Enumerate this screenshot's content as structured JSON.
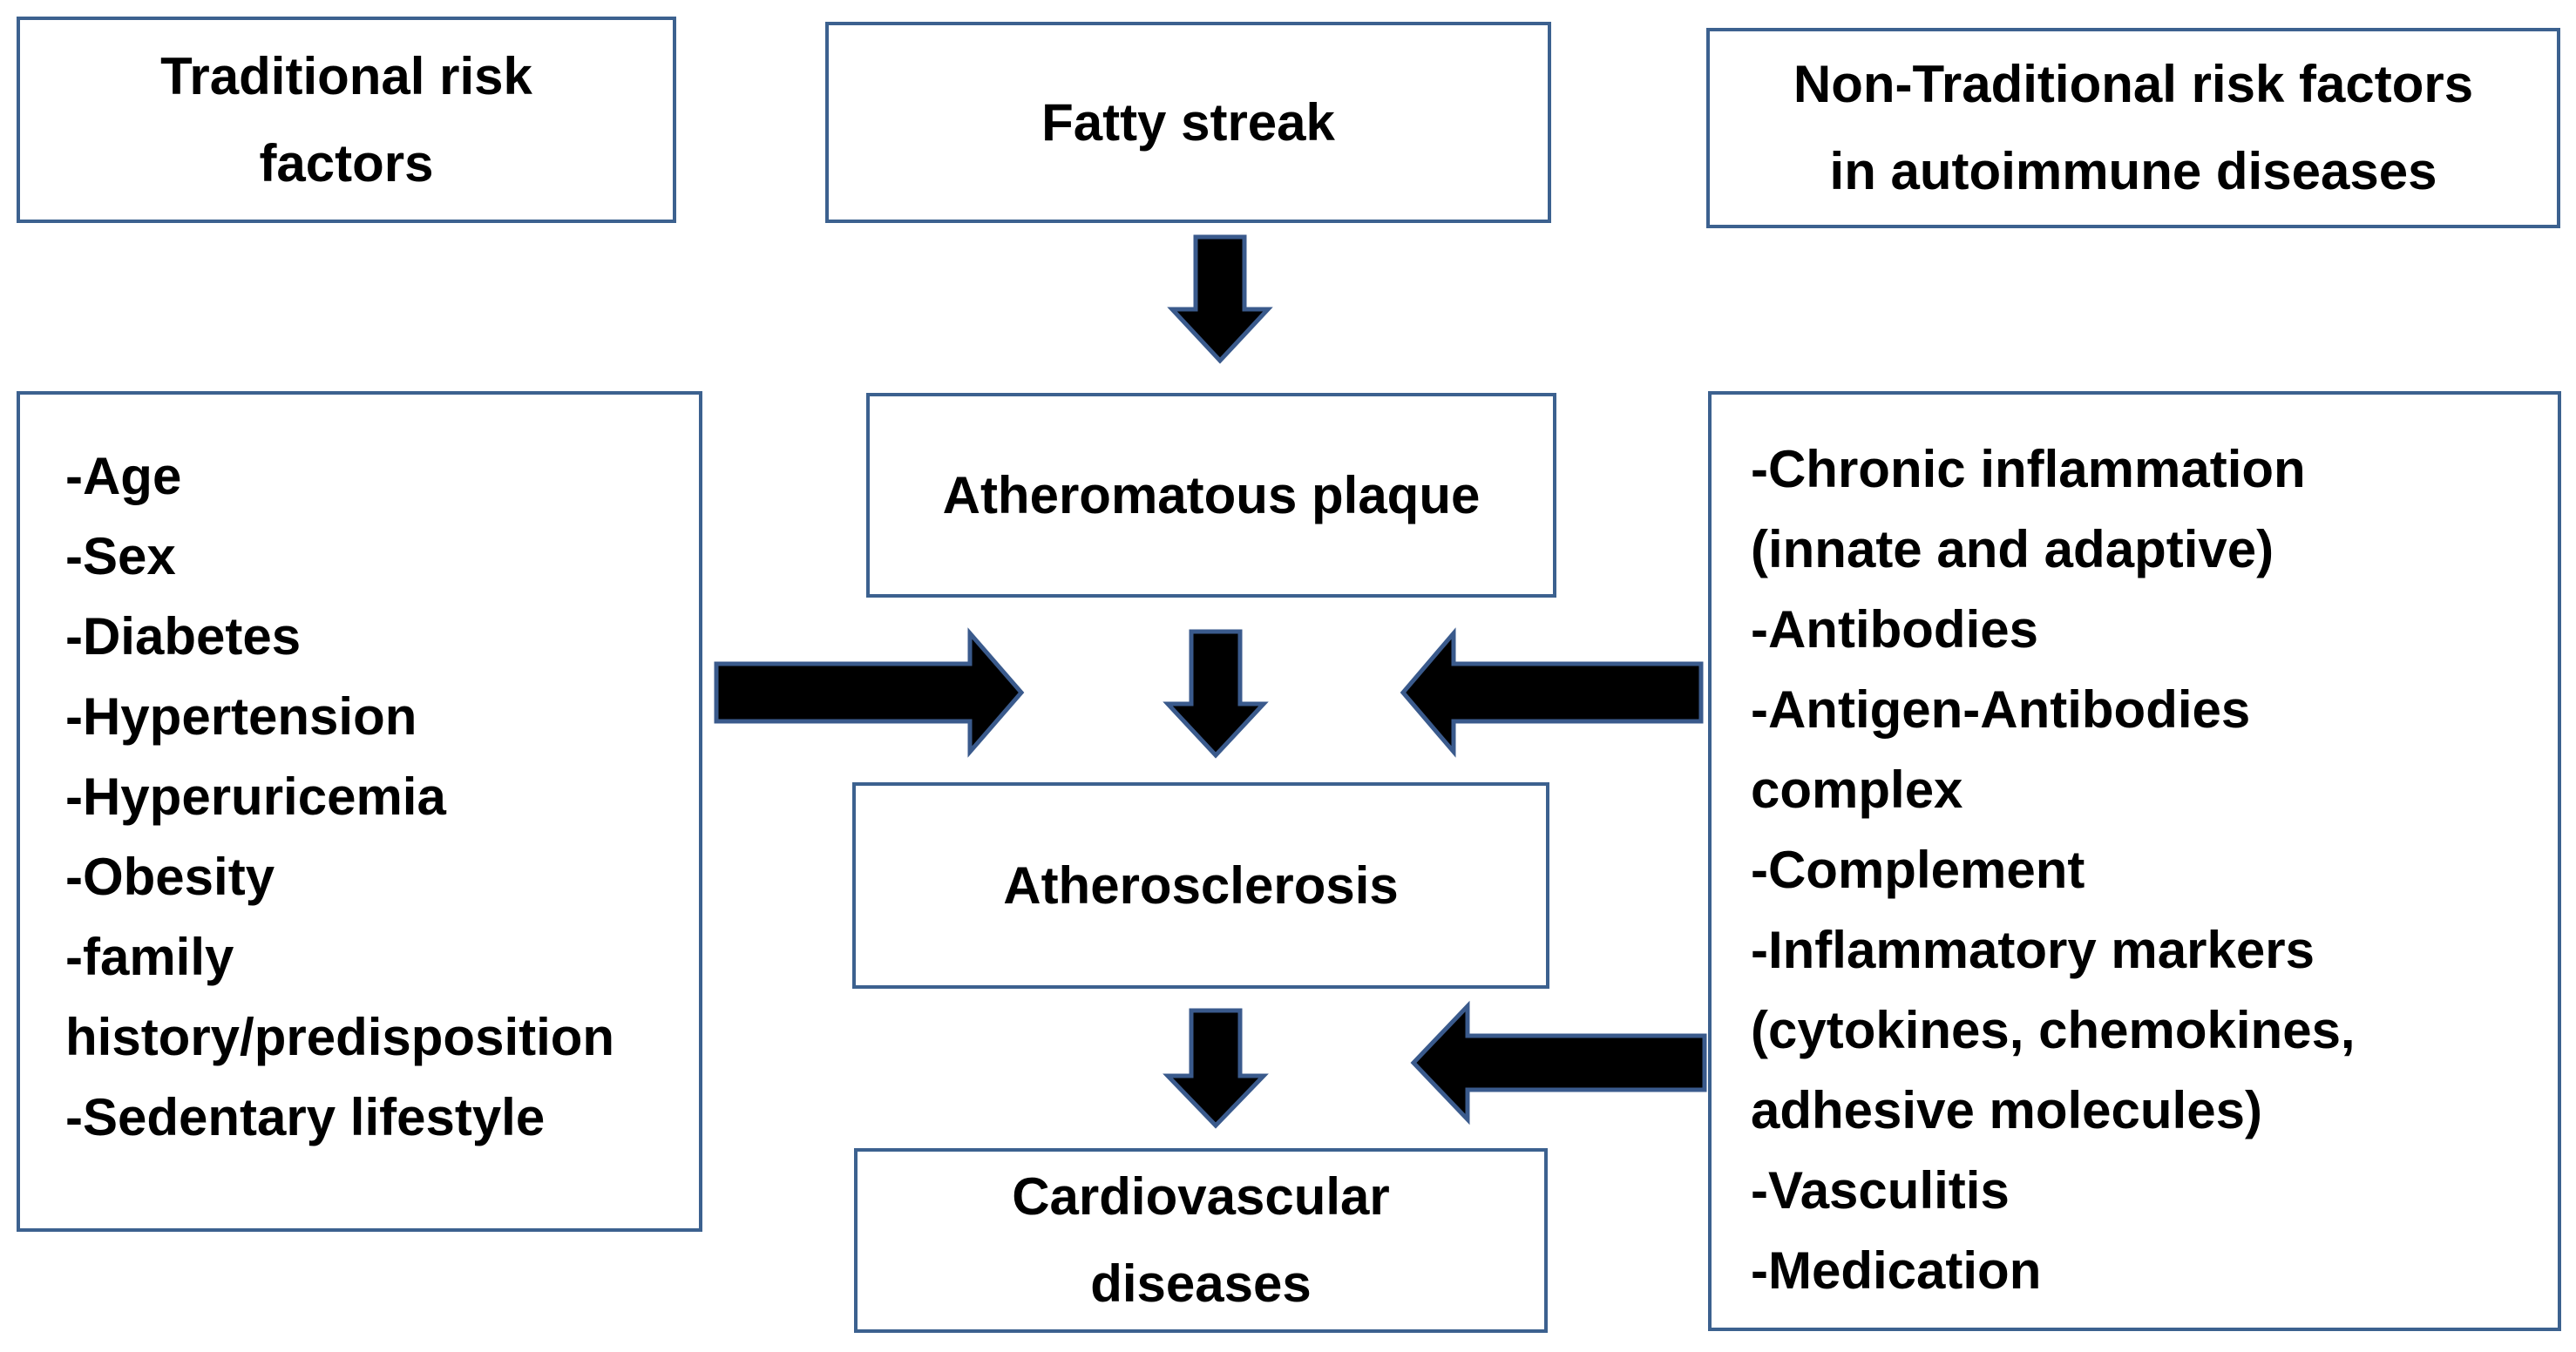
{
  "colors": {
    "box_border": "#3c618f",
    "arrow_fill": "#000000",
    "arrow_outline": "#3a5a8c",
    "text": "#000000",
    "background": "#ffffff"
  },
  "boxes": {
    "traditional_title": {
      "lines": [
        "Traditional risk",
        "factors"
      ]
    },
    "fatty_streak": {
      "label": "Fatty streak"
    },
    "nontraditional_title": {
      "lines": [
        "Non-Traditional risk factors",
        "in autoimmune diseases"
      ]
    },
    "traditional_list": {
      "lines": [
        "-Age",
        "-Sex",
        "-Diabetes",
        "-Hypertension",
        "-Hyperuricemia",
        "-Obesity",
        "-family",
        "history/predisposition",
        "-Sedentary lifestyle"
      ]
    },
    "atheromatous_plaque": {
      "label": "Atheromatous plaque"
    },
    "nontraditional_list": {
      "lines": [
        "-Chronic inflammation",
        "(innate and adaptive)",
        "-Antibodies",
        "-Antigen-Antibodies",
        "complex",
        "-Complement",
        "-Inflammatory markers",
        "(cytokines, chemokines,",
        "adhesive molecules)",
        "-Vasculitis",
        "-Medication"
      ]
    },
    "atherosclerosis": {
      "label": "Atherosclerosis"
    },
    "cardiovascular_diseases": {
      "lines": [
        "Cardiovascular",
        "diseases"
      ]
    }
  },
  "arrows": [
    {
      "name": "fatty-streak-to-atheromatous-plaque",
      "direction": "down"
    },
    {
      "name": "atheromatous-plaque-to-atherosclerosis",
      "direction": "down"
    },
    {
      "name": "atherosclerosis-to-cardiovascular-diseases",
      "direction": "down"
    },
    {
      "name": "traditional-factors-into-flow",
      "direction": "right"
    },
    {
      "name": "nontraditional-factors-into-flow-upper",
      "direction": "left"
    },
    {
      "name": "nontraditional-factors-into-flow-lower",
      "direction": "left"
    }
  ]
}
